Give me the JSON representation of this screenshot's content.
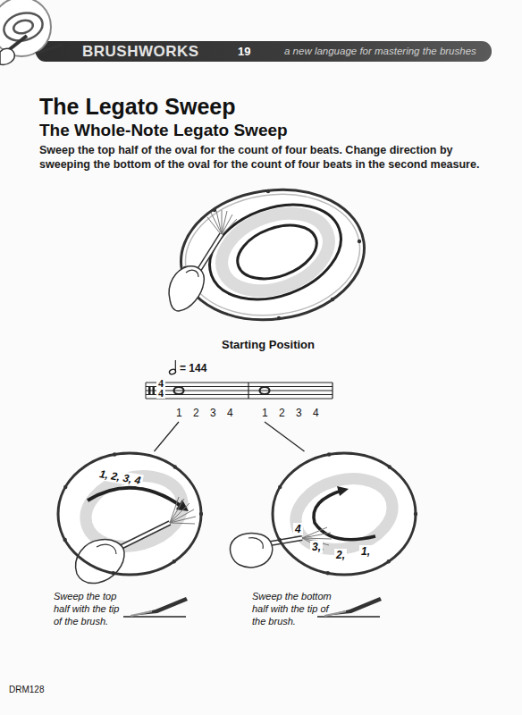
{
  "diagram": {
    "title": "The Legato Sweep",
    "nodes": [
      {
        "text": [
          "1 2 3 4"
        ]
      },
      {
        "text": [
          "1 2 3 4"
        ]
      },
      {
        "text": [
          "1, 2, 3, 4"
        ]
      },
      {
        "text": [
          "1,",
          "2,",
          "3,",
          "4"
        ]
      }
    ],
    "edges": [
      {
        "from": 0,
        "to": 2,
        "arrow": "none"
      },
      {
        "from": 1,
        "to": 3,
        "arrow": "none"
      }
    ],
    "labels": [
      "BRUSHWORKS",
      "19",
      "a new language for mastering the brushes",
      "The Whole-Note Legato Sweep",
      "Sweep the top half of the oval for the count of four beats. Change direction by sweeping the bottom of the oval for the count of four beats in the second measure.",
      "Starting Position",
      "= 144",
      "4",
      "4",
      "Sweep the top half with the tip of the brush.",
      "Sweep the bottom half with the tip of the brush.",
      "DRM128"
    ]
  }
}
